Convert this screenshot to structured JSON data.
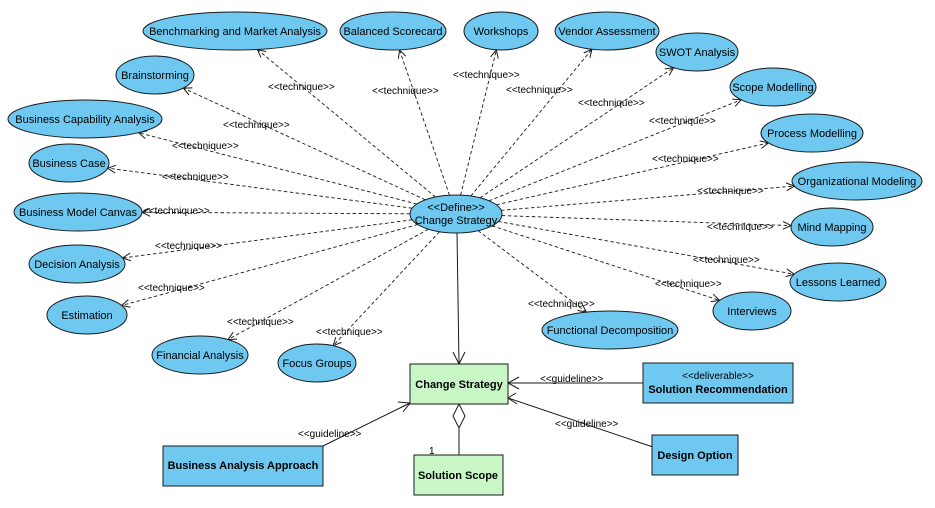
{
  "center": {
    "stereotype": "<<Define>>",
    "name": "Change Strategy"
  },
  "techniques": [
    {
      "id": "benchmarking",
      "label": "Benchmarking and Market Analysis",
      "edge_label": "<<technique>>"
    },
    {
      "id": "balanced-scorecard",
      "label": "Balanced Scorecard",
      "edge_label": "<<technique>>"
    },
    {
      "id": "workshops",
      "label": "Workshops",
      "edge_label": "<<technique>>"
    },
    {
      "id": "vendor-assessment",
      "label": "Vendor Assessment",
      "edge_label": "<<technique>>"
    },
    {
      "id": "swot-analysis",
      "label": "SWOT Analysis",
      "edge_label": "<<technique>>"
    },
    {
      "id": "scope-modelling",
      "label": "Scope Modelling",
      "edge_label": "<<technique>>"
    },
    {
      "id": "process-modelling",
      "label": "Process Modelling",
      "edge_label": "<<technique>>"
    },
    {
      "id": "organizational-modeling",
      "label": "Organizational Modeling",
      "edge_label": "<<technique>>"
    },
    {
      "id": "mind-mapping",
      "label": "Mind Mapping",
      "edge_label": "<<technique>>"
    },
    {
      "id": "lessons-learned",
      "label": "Lessons Learned",
      "edge_label": "<<technique>>"
    },
    {
      "id": "interviews",
      "label": "Interviews",
      "edge_label": "<<technique>>"
    },
    {
      "id": "functional-decomposition",
      "label": "Functional Decomposition",
      "edge_label": "<<technique>>"
    },
    {
      "id": "focus-groups",
      "label": "Focus Groups",
      "edge_label": "<<technique>>"
    },
    {
      "id": "financial-analysis",
      "label": "Financial Analysis",
      "edge_label": "<<technique>>"
    },
    {
      "id": "estimation",
      "label": "Estimation",
      "edge_label": "<<technique>>"
    },
    {
      "id": "decision-analysis",
      "label": "Decision Analysis",
      "edge_label": "<<technique>>"
    },
    {
      "id": "business-model-canvas",
      "label": "Business Model Canvas",
      "edge_label": "<<technique>>"
    },
    {
      "id": "business-case",
      "label": "Business Case",
      "edge_label": "<<technique>>"
    },
    {
      "id": "business-capability-analysis",
      "label": "Business Capability Analysis",
      "edge_label": "<<technique>>"
    },
    {
      "id": "brainstorming",
      "label": "Brainstorming",
      "edge_label": "<<technique>>"
    }
  ],
  "artifacts": {
    "change_strategy": {
      "label": "Change Strategy"
    },
    "solution_scope": {
      "label": "Solution Scope",
      "multiplicity": "1"
    },
    "solution_recommendation": {
      "stereotype": "<<deliverable>>",
      "label": "Solution Recommendation",
      "edge_label": "<<guideline>>"
    },
    "design_option": {
      "label": "Design Option",
      "edge_label": "<<guideline>>"
    },
    "business_analysis_approach": {
      "label": "Business Analysis Approach",
      "edge_label": "<<guideline>>"
    }
  },
  "colors": {
    "technique_fill": "#6ec8f0",
    "artifact_fill": "#c8f7c5",
    "input_fill": "#6ec8f0",
    "line": "#1a1a1a"
  }
}
